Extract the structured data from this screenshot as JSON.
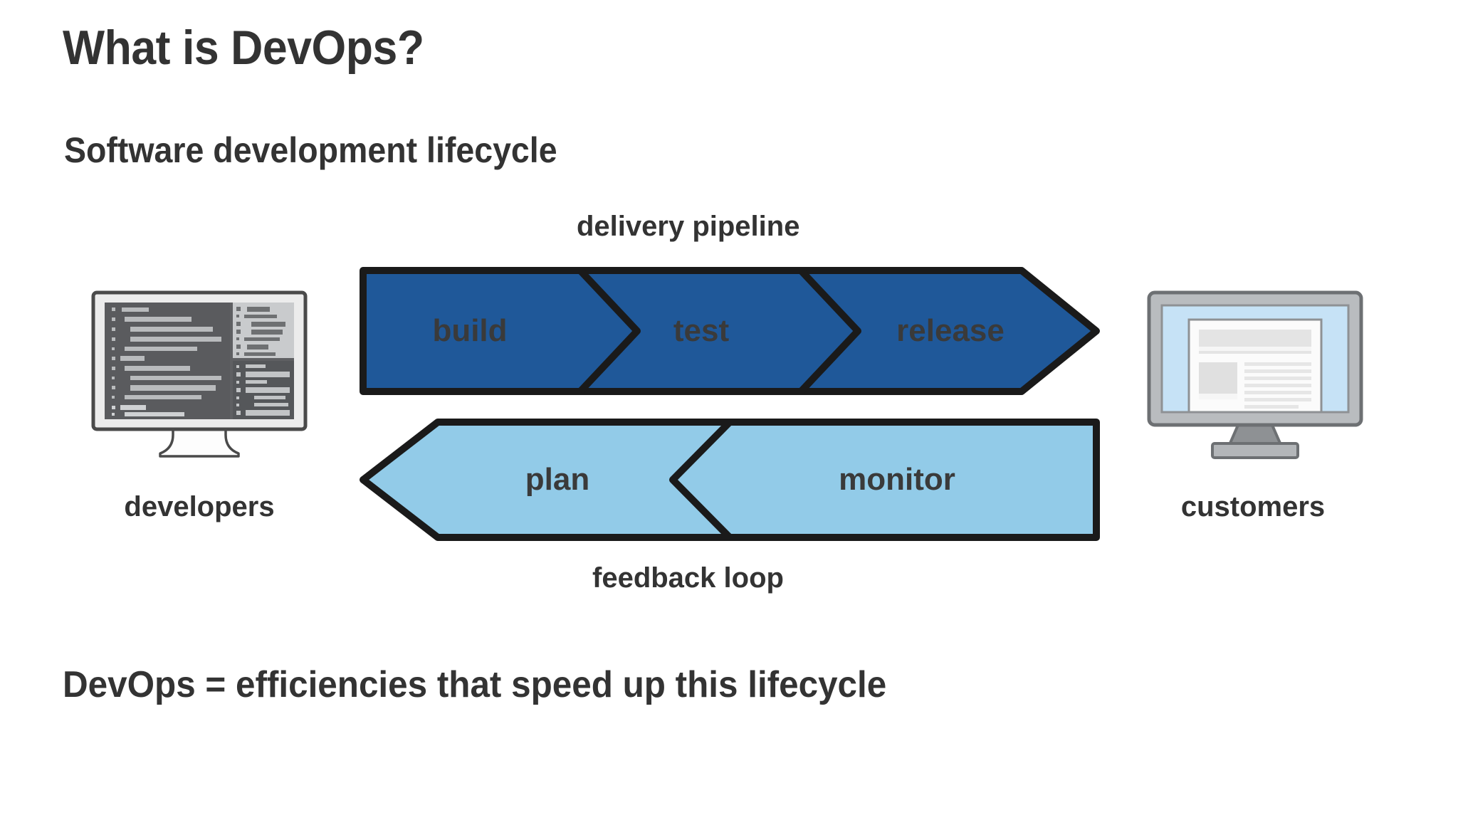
{
  "slide": {
    "title": "What is DevOps?",
    "subtitle": "Software development lifecycle",
    "bottom_statement": "DevOps = efficiencies that speed up this lifecycle"
  },
  "diagram": {
    "pipeline": {
      "caption": "delivery pipeline",
      "direction": "left-to-right",
      "fill_color": "#1f5899",
      "stroke_color": "#1a1a1a",
      "text_color": "#3a3a3a",
      "stages": [
        {
          "label": "build"
        },
        {
          "label": "test"
        },
        {
          "label": "release"
        }
      ]
    },
    "feedback": {
      "caption": "feedback loop",
      "direction": "right-to-left",
      "fill_color": "#92cbe8",
      "stroke_color": "#1a1a1a",
      "text_color": "#3a3a3a",
      "stages": [
        {
          "label": "plan"
        },
        {
          "label": "monitor"
        }
      ]
    },
    "endpoints": {
      "left": {
        "label": "developers",
        "icon": "developer-monitor-icon"
      },
      "right": {
        "label": "customers",
        "icon": "customer-monitor-icon"
      }
    }
  },
  "theme": {
    "background": "#ffffff",
    "text_color": "#333333",
    "pipeline_blue": "#1f5899",
    "feedback_blue": "#92cbe8",
    "outline": "#1a1a1a"
  }
}
